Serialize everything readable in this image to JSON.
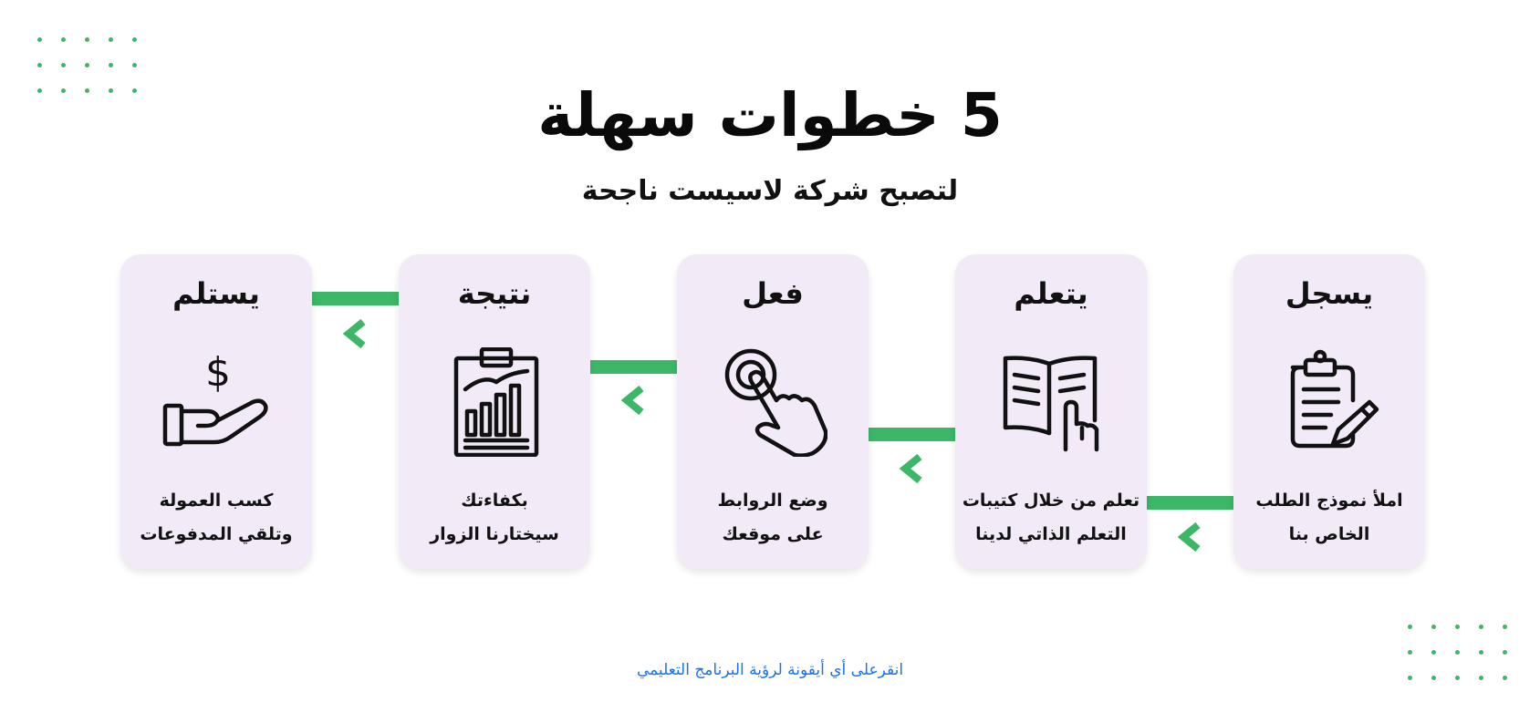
{
  "title": "5 خطوات سهلة",
  "subtitle": "لتصبح شركة لاسيست ناجحة",
  "colors": {
    "accent": "#3cb768",
    "card_bg": "#f3eaf8",
    "link": "#1a73e8",
    "text": "#111111"
  },
  "steps": [
    {
      "title": "يسجل",
      "icon": "clipboard-pencil-icon",
      "desc_line1": "املأ نموذج الطلب",
      "desc_line2": "الخاص بنا"
    },
    {
      "title": "يتعلم",
      "icon": "open-book-hand-icon",
      "desc_line1": "تعلم من خلال كتيبات",
      "desc_line2": "التعلم الذاتي لدينا"
    },
    {
      "title": "فعل",
      "icon": "tap-hand-icon",
      "desc_line1": "وضع الروابط",
      "desc_line2": "على موقعك"
    },
    {
      "title": "نتيجة",
      "icon": "chart-report-icon",
      "desc_line1": "بكفاءتك",
      "desc_line2": "سيختارنا الزوار"
    },
    {
      "title": "يستلم",
      "icon": "hand-dollar-icon",
      "desc_line1": "كسب العمولة",
      "desc_line2": "وتلقي المدفوعات"
    }
  ],
  "footer": {
    "link_text": "انقرعلى أي أيقونة لرؤية البرنامج التعليمي"
  }
}
